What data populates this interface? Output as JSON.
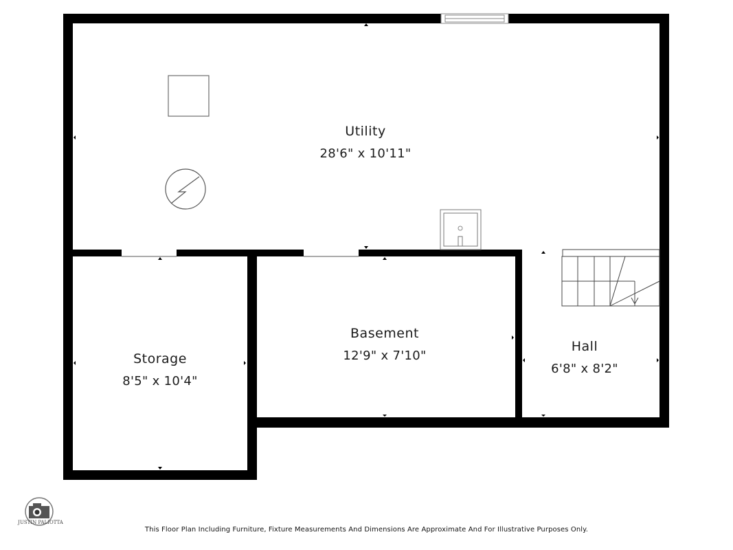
{
  "floor_plan": {
    "rooms": [
      {
        "id": "utility",
        "name": "Utility",
        "dimensions": "28'6\" x 10'11\""
      },
      {
        "id": "storage",
        "name": "Storage",
        "dimensions": "8'5\" x 10'4\""
      },
      {
        "id": "basement",
        "name": "Basement",
        "dimensions": "12'9\" x 7'10\""
      },
      {
        "id": "hall",
        "name": "Hall",
        "dimensions": "6'8\" x 8'2\""
      }
    ],
    "fixtures": [
      "window",
      "square-fixture",
      "water-heater",
      "utility-sink",
      "staircase"
    ],
    "colors": {
      "wall": "#000000",
      "fixture_stroke": "#6b6b6b",
      "background": "#ffffff"
    }
  },
  "footer": {
    "disclaimer": "This Floor Plan Including Furniture, Fixture Measurements And Dimensions Are Approximate And For Illustrative Purposes Only.",
    "logo_text": "JUSTIN PALIOTTA"
  }
}
